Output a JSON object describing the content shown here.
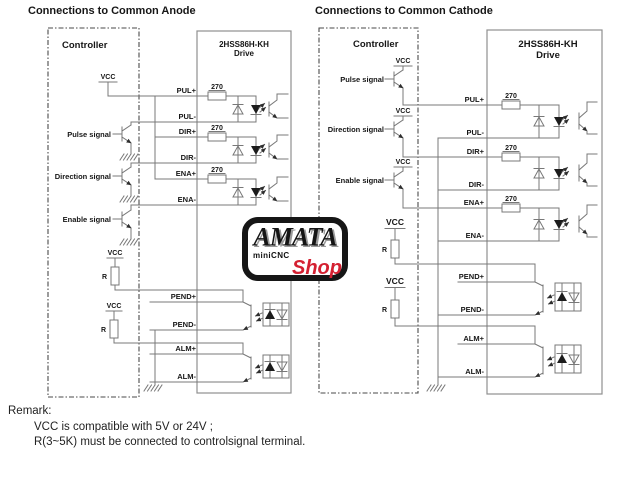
{
  "colors": {
    "wire": "#787878",
    "ink": "#161616",
    "accent": "#d42031"
  },
  "left": {
    "title": "Connections to Common Anode",
    "controller": "Controller",
    "drive_name": "2HSS86H-KH",
    "drive_word": "Drive",
    "signals": [
      "Pulse signal",
      "Direction signal",
      "Enable signal"
    ],
    "terms": [
      "PUL+",
      "PUL-",
      "DIR+",
      "DIR-",
      "ENA+",
      "ENA-",
      "PEND+",
      "PEND-",
      "ALM+",
      "ALM-"
    ],
    "res": [
      "270",
      "270",
      "270"
    ],
    "vcc": "VCC",
    "r": "R"
  },
  "right": {
    "title": "Connections to Common Cathode",
    "controller": "Controller",
    "drive_name": "2HSS86H-KH",
    "drive_word": "Drive",
    "signals": [
      "Pulse signal",
      "Direction signal",
      "Enable signal"
    ],
    "terms": [
      "PUL+",
      "PUL-",
      "DIR+",
      "DIR-",
      "ENA+",
      "ENA-",
      "PEND+",
      "PEND-",
      "ALM+",
      "ALM-"
    ],
    "res": [
      "270",
      "270",
      "270"
    ],
    "vcc": "VCC",
    "r": "R"
  },
  "watermark": {
    "brand": "AMATA",
    "sub": "miniCNC",
    "accent_word": "Shop"
  },
  "remark": {
    "heading": "Remark:",
    "line1": "VCC is compatible with 5V or 24V ;",
    "line2": "R(3~5K) must be connected to controlsignal terminal."
  }
}
